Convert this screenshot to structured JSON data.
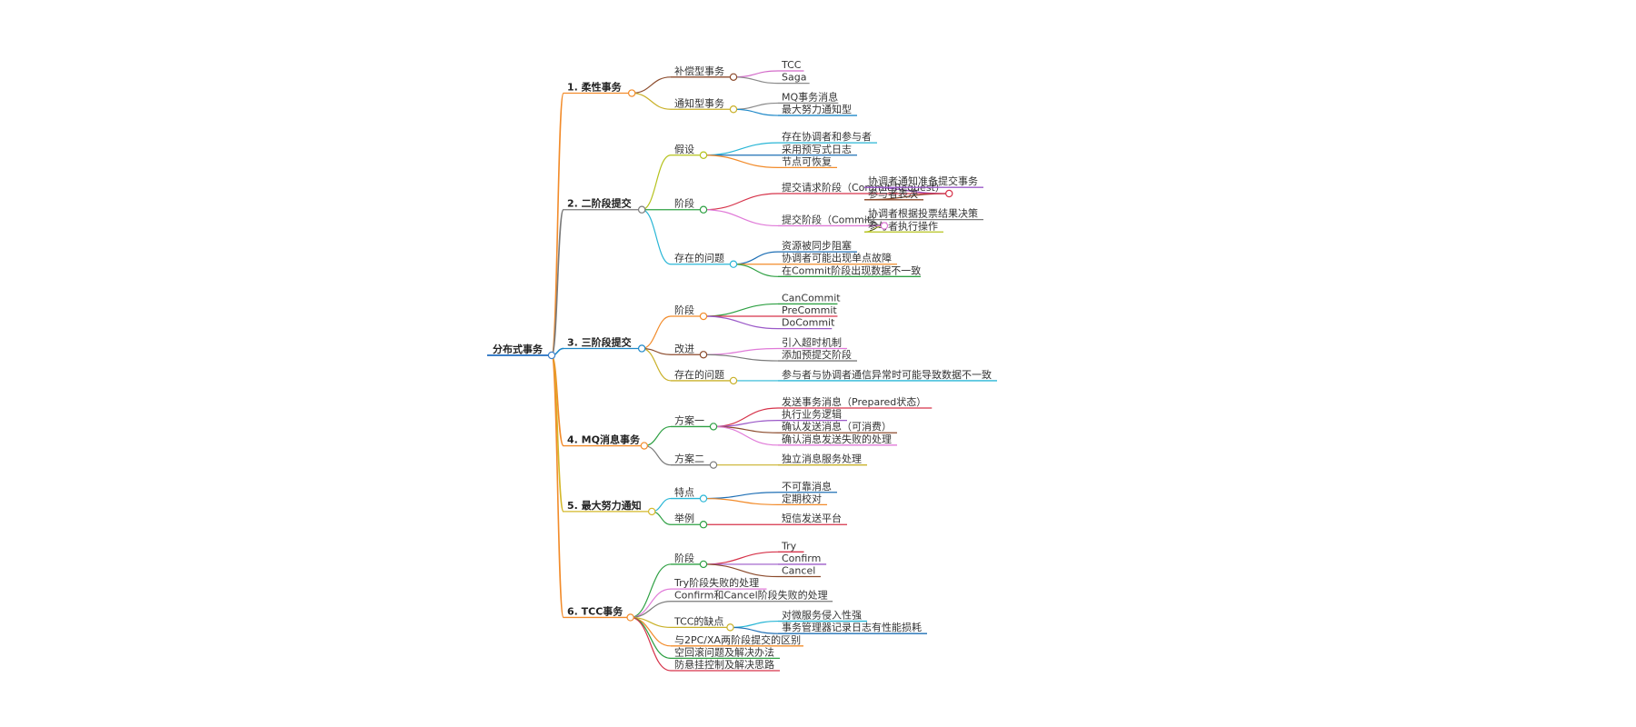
{
  "root": {
    "label": "分布式事务",
    "color": "#3c7fc8",
    "children": [
      {
        "label": "1. 柔性事务",
        "color": "#f28b2a",
        "children": [
          {
            "label": "补偿型事务",
            "color": "#8b4a2b",
            "children": [
              {
                "label": "TCC",
                "color": "#d36bc9"
              },
              {
                "label": "Saga",
                "color": "#8a8a8a"
              }
            ]
          },
          {
            "label": "通知型事务",
            "color": "#c9b12a",
            "children": [
              {
                "label": "MQ事务消息",
                "color": "#8a8a8a"
              },
              {
                "label": "最大努力通知型",
                "color": "#1e88c8"
              }
            ]
          }
        ]
      },
      {
        "label": "2. 二阶段提交",
        "color": "#7a7a7a",
        "children": [
          {
            "label": "假设",
            "color": "#b5c21d",
            "children": [
              {
                "label": "存在协调者和参与者",
                "color": "#29b6d6"
              },
              {
                "label": "采用预写式日志",
                "color": "#1e6fb5"
              },
              {
                "label": "节点可恢复",
                "color": "#f28b2a"
              }
            ]
          },
          {
            "label": "阶段",
            "color": "#2ea043",
            "children": [
              {
                "label": "提交请求阶段（Commit-Request）",
                "color": "#d6334a",
                "children": [
                  {
                    "label": "协调者通知准备提交事务",
                    "color": "#9b59c8"
                  },
                  {
                    "label": "参与者表决",
                    "color": "#8b4a2b"
                  }
                ]
              },
              {
                "label": "提交阶段（Commit）",
                "color": "#e07ad8",
                "children": [
                  {
                    "label": "协调者根据投票结果决策",
                    "color": "#7a7a7a"
                  },
                  {
                    "label": "参与者执行操作",
                    "color": "#b5c21d"
                  }
                ]
              }
            ]
          },
          {
            "label": "存在的问题",
            "color": "#29b6d6",
            "children": [
              {
                "label": "资源被同步阻塞",
                "color": "#1e6fb5"
              },
              {
                "label": "协调者可能出现单点故障",
                "color": "#f28b2a"
              },
              {
                "label": "在Commit阶段出现数据不一致",
                "color": "#2ea043"
              }
            ]
          }
        ]
      },
      {
        "label": "3. 三阶段提交",
        "color": "#1e88c8",
        "children": [
          {
            "label": "阶段",
            "color": "#f28b2a",
            "children": [
              {
                "label": "CanCommit",
                "color": "#2ea043"
              },
              {
                "label": "PreCommit",
                "color": "#d6334a"
              },
              {
                "label": "DoCommit",
                "color": "#9b59c8"
              }
            ]
          },
          {
            "label": "改进",
            "color": "#8b4a2b",
            "children": [
              {
                "label": "引入超时机制",
                "color": "#e07ad8"
              },
              {
                "label": "添加预提交阶段",
                "color": "#7a7a7a"
              }
            ]
          },
          {
            "label": "存在的问题",
            "color": "#c9b12a",
            "children": [
              {
                "label": "参与者与协调者通信异常时可能导致数据不一致",
                "color": "#29b6d6"
              }
            ]
          }
        ]
      },
      {
        "label": "4. MQ消息事务",
        "color": "#f28b2a",
        "children": [
          {
            "label": "方案一",
            "color": "#2ea043",
            "children": [
              {
                "label": "发送事务消息（Prepared状态）",
                "color": "#d6334a"
              },
              {
                "label": "执行业务逻辑",
                "color": "#9b59c8"
              },
              {
                "label": "确认发送消息（可消费）",
                "color": "#8b4a2b"
              },
              {
                "label": "确认消息发送失败的处理",
                "color": "#e07ad8"
              }
            ]
          },
          {
            "label": "方案二",
            "color": "#7a7a7a",
            "children": [
              {
                "label": "独立消息服务处理",
                "color": "#c9b12a"
              }
            ]
          }
        ]
      },
      {
        "label": "5. 最大努力通知",
        "color": "#d4b82a",
        "children": [
          {
            "label": "特点",
            "color": "#29b6d6",
            "children": [
              {
                "label": "不可靠消息",
                "color": "#1e6fb5"
              },
              {
                "label": "定期校对",
                "color": "#f28b2a"
              }
            ]
          },
          {
            "label": "举例",
            "color": "#2ea043",
            "children": [
              {
                "label": "短信发送平台",
                "color": "#d6334a"
              }
            ]
          }
        ]
      },
      {
        "label": "6. TCC事务",
        "color": "#f28b2a",
        "children": [
          {
            "label": "阶段",
            "color": "#2ea043",
            "children": [
              {
                "label": "Try",
                "color": "#d6334a"
              },
              {
                "label": "Confirm",
                "color": "#9b59c8"
              },
              {
                "label": "Cancel",
                "color": "#8b4a2b"
              }
            ]
          },
          {
            "label": "Try阶段失败的处理",
            "color": "#e07ad8"
          },
          {
            "label": "Confirm和Cancel阶段失败的处理",
            "color": "#7a7a7a"
          },
          {
            "label": "TCC的缺点",
            "color": "#c9b12a",
            "children": [
              {
                "label": "对微服务侵入性强",
                "color": "#29b6d6"
              },
              {
                "label": "事务管理器记录日志有性能损耗",
                "color": "#1e6fb5"
              }
            ]
          },
          {
            "label": "与2PC/XA两阶段提交的区别",
            "color": "#f28b2a"
          },
          {
            "label": "空回滚问题及解决办法",
            "color": "#2ea043"
          },
          {
            "label": "防悬挂控制及解决思路",
            "color": "#d6334a"
          }
        ]
      }
    ]
  }
}
